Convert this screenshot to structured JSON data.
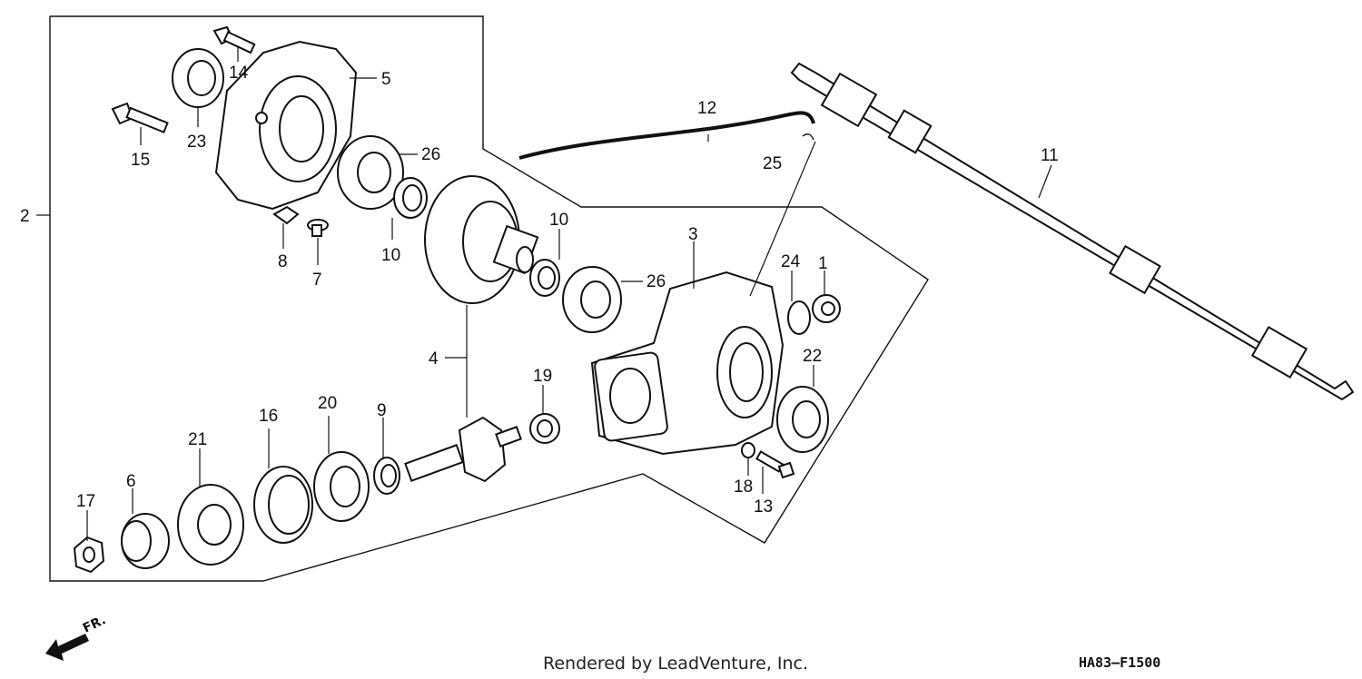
{
  "diagram": {
    "parts": [
      {
        "id": "p1",
        "label": "1"
      },
      {
        "id": "p2",
        "label": "2"
      },
      {
        "id": "p3",
        "label": "3"
      },
      {
        "id": "p4",
        "label": "4"
      },
      {
        "id": "p5",
        "label": "5"
      },
      {
        "id": "p6",
        "label": "6"
      },
      {
        "id": "p7",
        "label": "7"
      },
      {
        "id": "p8",
        "label": "8"
      },
      {
        "id": "p9",
        "label": "9"
      },
      {
        "id": "p10a",
        "label": "10"
      },
      {
        "id": "p10b",
        "label": "10"
      },
      {
        "id": "p11",
        "label": "11"
      },
      {
        "id": "p12",
        "label": "12"
      },
      {
        "id": "p13",
        "label": "13"
      },
      {
        "id": "p14",
        "label": "14"
      },
      {
        "id": "p15",
        "label": "15"
      },
      {
        "id": "p16",
        "label": "16"
      },
      {
        "id": "p17",
        "label": "17"
      },
      {
        "id": "p18",
        "label": "18"
      },
      {
        "id": "p19",
        "label": "19"
      },
      {
        "id": "p20",
        "label": "20"
      },
      {
        "id": "p21",
        "label": "21"
      },
      {
        "id": "p22",
        "label": "22"
      },
      {
        "id": "p23",
        "label": "23"
      },
      {
        "id": "p24",
        "label": "24"
      },
      {
        "id": "p25",
        "label": "25"
      },
      {
        "id": "p26a",
        "label": "26"
      },
      {
        "id": "p26b",
        "label": "26"
      }
    ],
    "front_indicator": "FR.",
    "footer_text": "Rendered by LeadVenture, Inc.",
    "diagram_code": "HA83—F1500"
  }
}
